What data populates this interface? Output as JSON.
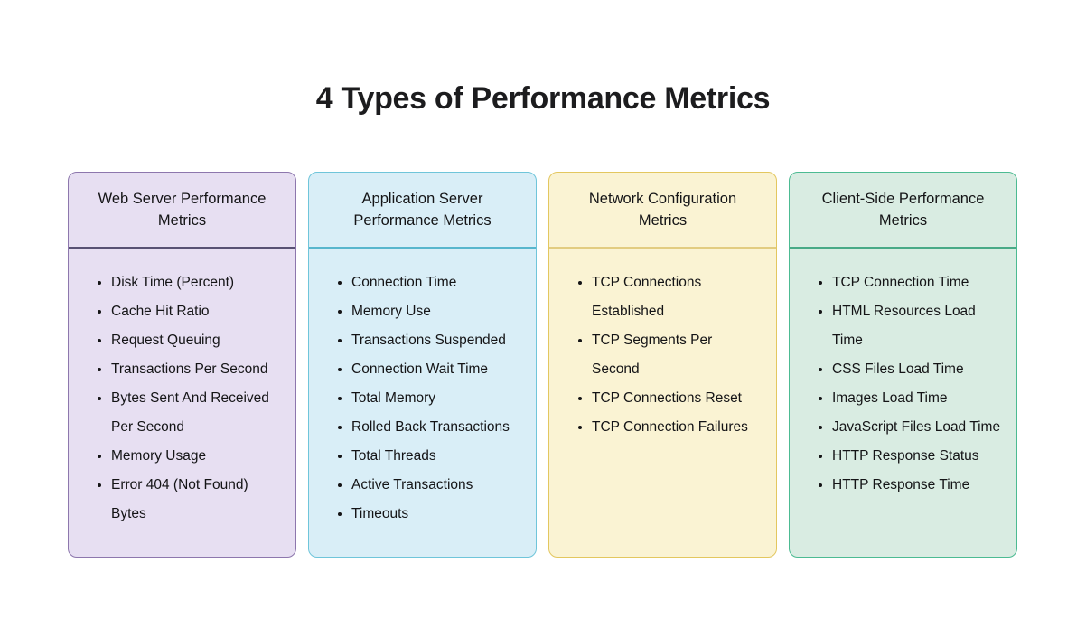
{
  "page": {
    "title": "4 Types of Performance Metrics",
    "background_color": "#ffffff",
    "title_color": "#1c1c1e",
    "text_color": "#141416"
  },
  "cards": [
    {
      "id": "web-server-performance-metrics",
      "title": "Web Server Performance Metrics",
      "colors": {
        "background": "#e7dff2",
        "border": "#8d77ad",
        "divider": "#585174"
      },
      "items": [
        "Disk Time (Percent)",
        "Cache Hit Ratio",
        "Request Queuing",
        "Transactions Per Second",
        "Bytes Sent And Received Per Second",
        "Memory Usage",
        "Error 404 (Not Found) Bytes"
      ]
    },
    {
      "id": "application-server-performance-metrics",
      "title": "Application Server Performance Metrics",
      "colors": {
        "background": "#d9eef7",
        "border": "#6fc5da",
        "divider": "#58b6cd"
      },
      "items": [
        "Connection Time",
        "Memory Use",
        "Transactions Suspended",
        "Connection Wait Time",
        "Total Memory",
        "Rolled Back Transactions",
        "Total Threads",
        "Active Transactions",
        "Timeouts"
      ]
    },
    {
      "id": "network-configuration-metrics",
      "title": "Network Configuration Metrics",
      "colors": {
        "background": "#faf3d3",
        "border": "#e3c75f",
        "divider": "#e2cc80"
      },
      "items": [
        "TCP Connections Established",
        "TCP Segments Per Second",
        "TCP Connections Reset",
        "TCP Connection Failures"
      ]
    },
    {
      "id": "client-side-performance-metrics",
      "title": "Client-Side Performance Metrics",
      "colors": {
        "background": "#d9ece2",
        "border": "#4cbb92",
        "divider": "#49aa87"
      },
      "items": [
        "TCP Connection Time",
        "HTML Resources Load Time",
        "CSS Files Load Time",
        "Images Load Time",
        "JavaScript Files Load Time",
        "HTTP Response Status",
        "HTTP Response Time"
      ]
    }
  ]
}
